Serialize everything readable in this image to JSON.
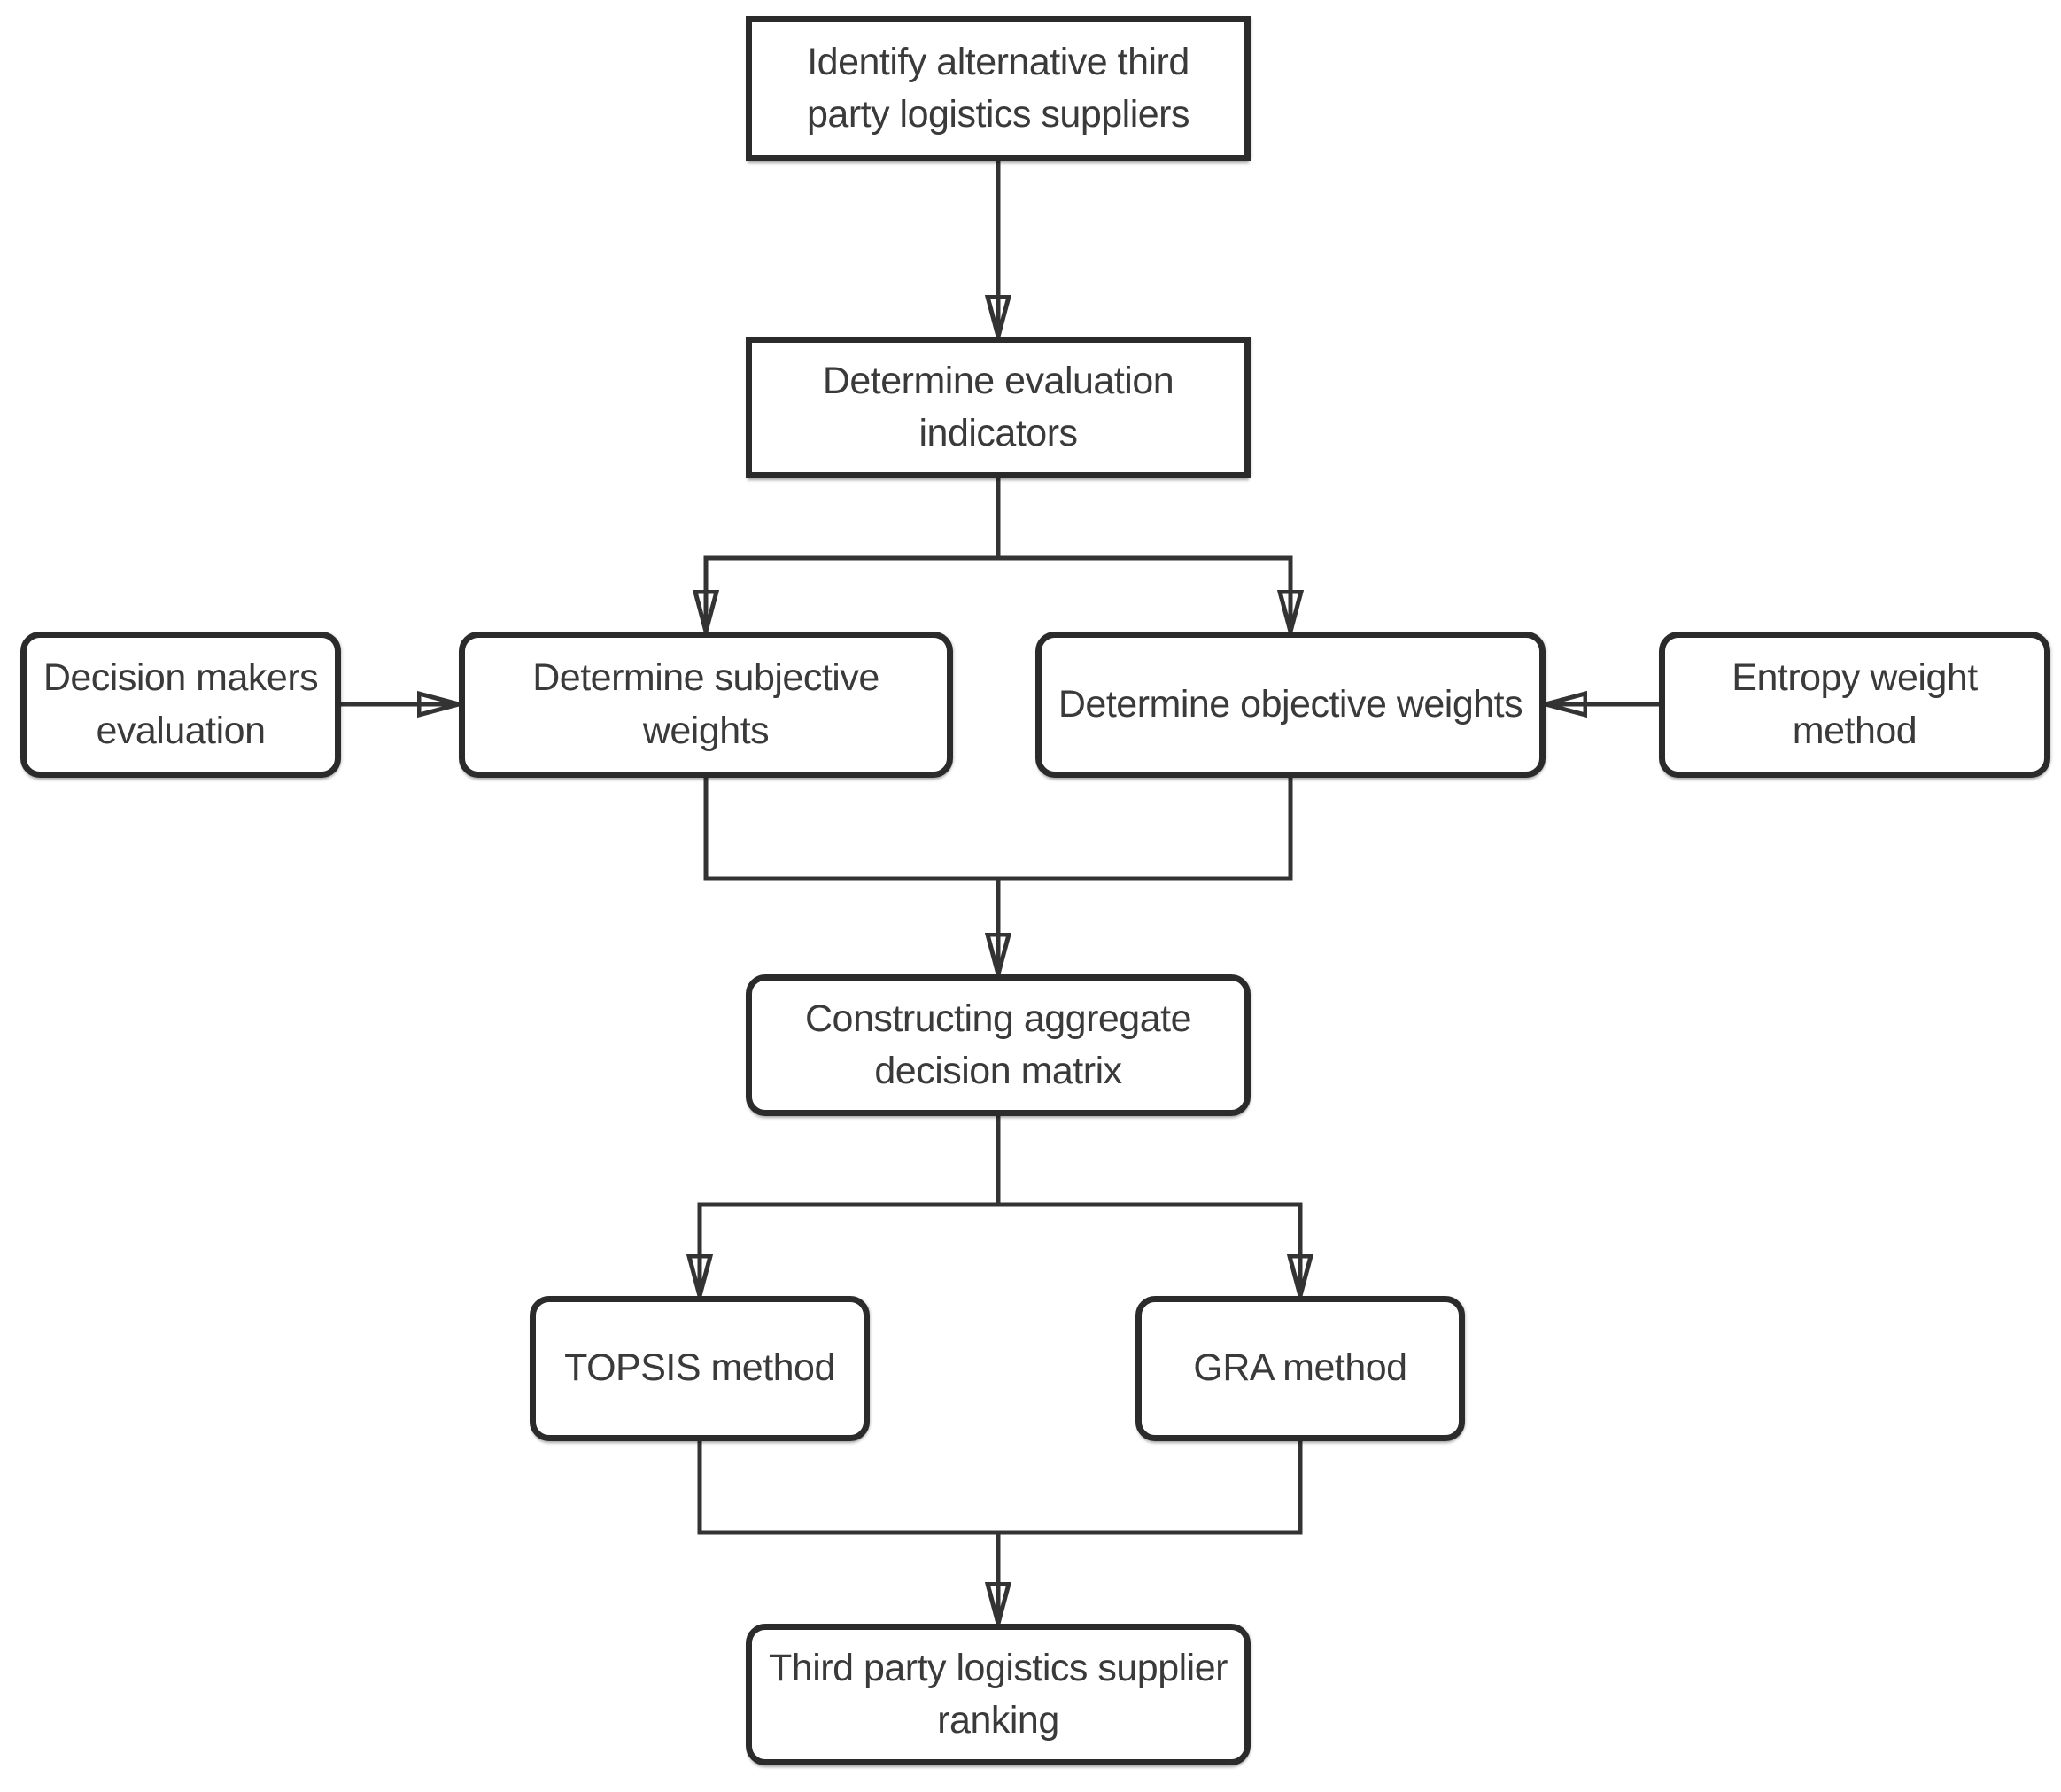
{
  "palette": {
    "background": "#ffffff",
    "box_fill": "#ffffff",
    "box_border": "#2b2b2b",
    "line_color": "#333333",
    "text_color": "#3a3a3a"
  },
  "nodes": [
    {
      "id": "identify-suppliers",
      "label": "Identify alternative third\nparty logistics suppliers"
    },
    {
      "id": "evaluation-indicators",
      "label": "Determine evaluation\nindicators"
    },
    {
      "id": "decision-makers-evaluation",
      "label": "Decision makers\nevaluation"
    },
    {
      "id": "subjective-weights",
      "label": "Determine subjective\nweights"
    },
    {
      "id": "objective-weights",
      "label": "Determine objective weights"
    },
    {
      "id": "entropy-weight-method",
      "label": "Entropy weight\nmethod"
    },
    {
      "id": "aggregate-decision-matrix",
      "label": "Constructing aggregate\ndecision matrix"
    },
    {
      "id": "topsis-method",
      "label": "TOPSIS method"
    },
    {
      "id": "gra-method",
      "label": "GRA method"
    },
    {
      "id": "supplier-ranking",
      "label": "Third party logistics supplier\nranking"
    }
  ],
  "edges": [
    {
      "from": "identify-suppliers",
      "to": "evaluation-indicators"
    },
    {
      "from": "evaluation-indicators",
      "to": "subjective-weights"
    },
    {
      "from": "evaluation-indicators",
      "to": "objective-weights"
    },
    {
      "from": "decision-makers-evaluation",
      "to": "subjective-weights"
    },
    {
      "from": "entropy-weight-method",
      "to": "objective-weights"
    },
    {
      "from": "subjective-weights",
      "to": "aggregate-decision-matrix"
    },
    {
      "from": "objective-weights",
      "to": "aggregate-decision-matrix"
    },
    {
      "from": "aggregate-decision-matrix",
      "to": "topsis-method"
    },
    {
      "from": "aggregate-decision-matrix",
      "to": "gra-method"
    },
    {
      "from": "topsis-method",
      "to": "supplier-ranking"
    },
    {
      "from": "gra-method",
      "to": "supplier-ranking"
    }
  ]
}
